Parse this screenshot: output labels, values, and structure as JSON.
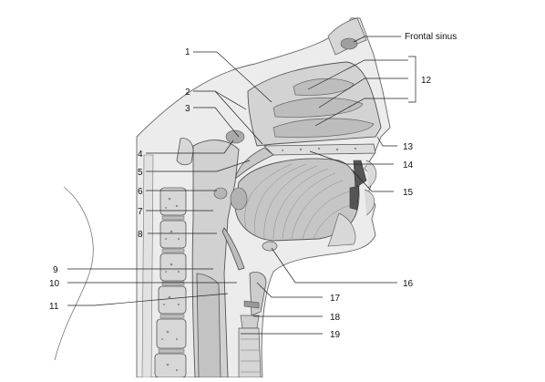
{
  "labels": {
    "frontal_sinus": "Frontal sinus",
    "n1": "1",
    "n2": "2",
    "n3": "3",
    "n4": "4",
    "n5": "5",
    "n6": "6",
    "n7": "7",
    "n8": "8",
    "n9": "9",
    "n10": "10",
    "n11": "11",
    "n12": "12",
    "n13": "13",
    "n14": "14",
    "n15": "15",
    "n16": "16",
    "n17": "17",
    "n18": "18",
    "n19": "19"
  },
  "colors": {
    "soft_tissue": "#e9e9e9",
    "cavity": "#cfcfcf",
    "bone": "#d9d9d9",
    "muscle": "#c9c9c9",
    "outline": "#555555",
    "leader": "#222222"
  }
}
